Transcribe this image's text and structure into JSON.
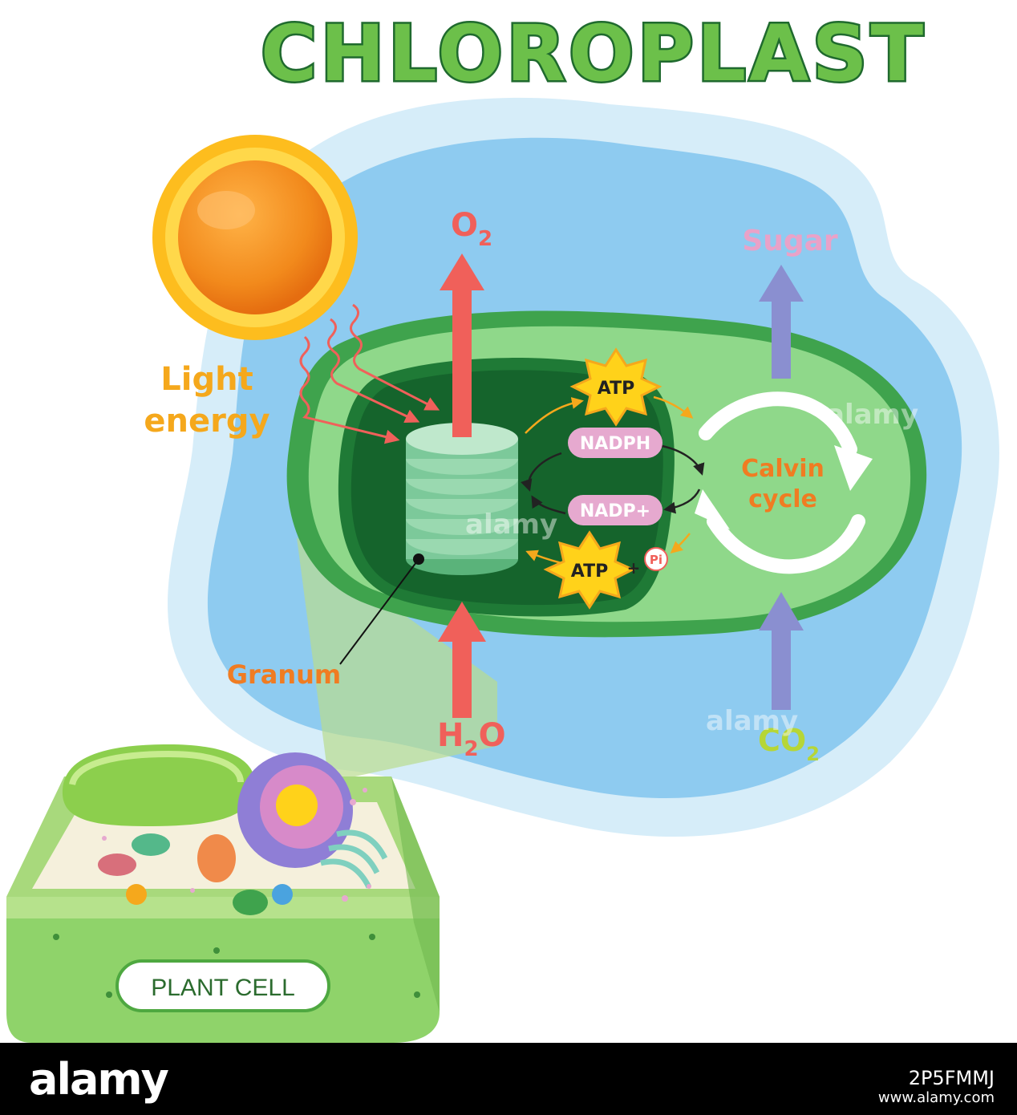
{
  "title": "CHLOROPLAST",
  "labels": {
    "light_energy_line1": "Light",
    "light_energy_line2": "energy",
    "oxygen": "O",
    "oxygen_sub": "2",
    "sugar": "Sugar",
    "atp_top": "ATP",
    "nadph": "NADPH",
    "nadp_plus": "NADP+",
    "atp_bottom": "ATP",
    "plus": "+",
    "pi": "Pi",
    "calvin_line1": "Calvin",
    "calvin_line2": "cycle",
    "granum": "Granum",
    "water": "H",
    "water_sub": "2",
    "water_end": "O",
    "carbon_dioxide": "CO",
    "carbon_dioxide_sub": "2",
    "plant_cell": "PLANT CELL"
  },
  "watermark": "alamy",
  "footer": {
    "logo": "alamy",
    "image_id": "2P5FMMJ",
    "url": "www.alamy.com"
  },
  "colors": {
    "title_fill": "#6cc04a",
    "title_stroke": "#1f6a2e",
    "sky_blue": "#8ecbf0",
    "pale_blue": "#d6edf9",
    "chloroplast_outer": "#3fa34d",
    "chloroplast_inner": "#1f7a36",
    "stroma": "#8fd88a",
    "sun": "#f28a1c",
    "flame": "#fdbd1e",
    "light_text": "#f5a81c",
    "oxygen_arrow": "#f0605a",
    "sugar_arrow": "#8a8fd0",
    "sugar_text": "#e9a2c8",
    "calvin_text": "#f07c22",
    "atp_star": "#ffd21a",
    "nadph_pill": "#e6a9cf",
    "co2_text": "#b6d636",
    "cell_wall": "#8fd36a"
  }
}
